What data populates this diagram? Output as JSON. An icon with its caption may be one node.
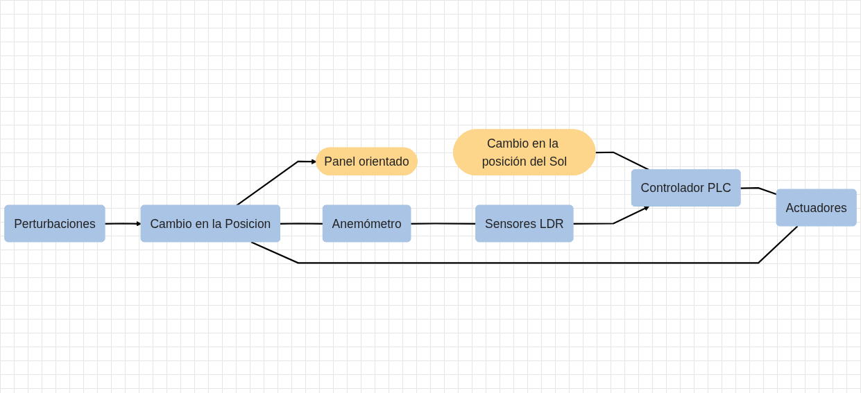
{
  "diagram": {
    "nodes": [
      {
        "text": [
          "Perturbaciones"
        ]
      },
      {
        "text": [
          "Cambio en la posición del Sol"
        ]
      },
      {
        "text": [
          "Controlador PLC"
        ]
      },
      {
        "text": [
          "Actuadores"
        ]
      },
      {
        "text": [
          "Cambio en la Posicion"
        ]
      },
      {
        "text": [
          "Panel orientado"
        ]
      },
      {
        "text": [
          "Sensores LDR"
        ]
      },
      {
        "text": [
          "Anemómetro"
        ]
      }
    ],
    "edges": [
      {
        "from": 1,
        "to": 2,
        "arrow": "none"
      },
      {
        "from": 2,
        "to": 3,
        "arrow": "none"
      },
      {
        "from": 3,
        "to": 4,
        "arrow": "none"
      },
      {
        "from": 0,
        "to": 4,
        "arrow": "to"
      },
      {
        "from": 4,
        "to": 5,
        "arrow": "to"
      },
      {
        "from": 4,
        "to": 7,
        "arrow": "none"
      },
      {
        "from": 7,
        "to": 6,
        "arrow": "none"
      },
      {
        "from": 6,
        "to": 2,
        "arrow": "to"
      }
    ]
  }
}
